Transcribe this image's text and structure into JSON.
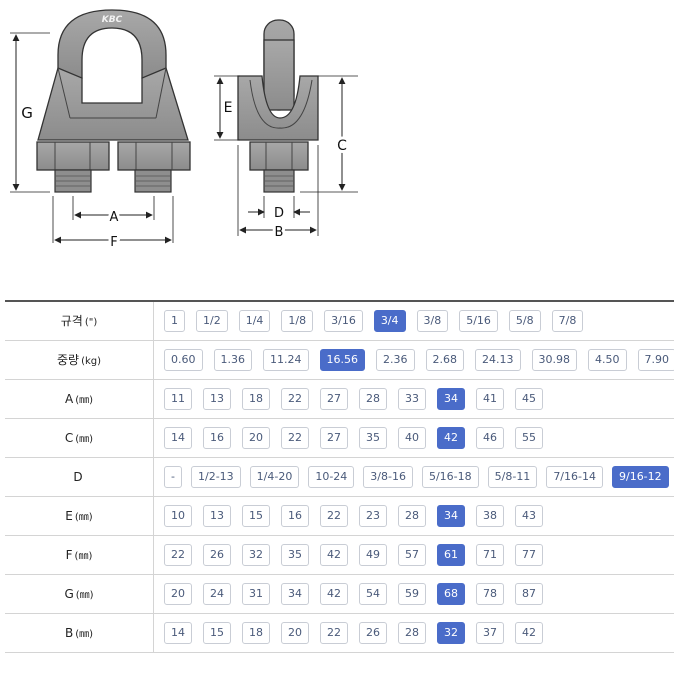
{
  "diagram": {
    "brand": "KBC",
    "dims": {
      "a": "A",
      "b": "B",
      "c": "C",
      "d": "D",
      "e": "E",
      "f": "F",
      "g": "G"
    }
  },
  "table": {
    "rows": [
      {
        "label": "규격",
        "unit": "(\")",
        "options": [
          "1",
          "1/2",
          "1/4",
          "1/8",
          "3/16",
          "3/4",
          "3/8",
          "5/16",
          "5/8",
          "7/8"
        ],
        "selected": "3/4"
      },
      {
        "label": "중량",
        "unit": "(kg)",
        "options": [
          "0.60",
          "1.36",
          "11.24",
          "16.56",
          "2.36",
          "2.68",
          "24.13",
          "30.98",
          "4.50",
          "7.90"
        ],
        "selected": "16.56"
      },
      {
        "label": "A",
        "unit": "(㎜)",
        "options": [
          "11",
          "13",
          "18",
          "22",
          "27",
          "28",
          "33",
          "34",
          "41",
          "45"
        ],
        "selected": "34"
      },
      {
        "label": "C",
        "unit": "(㎜)",
        "options": [
          "14",
          "16",
          "20",
          "22",
          "27",
          "35",
          "40",
          "42",
          "46",
          "55"
        ],
        "selected": "42"
      },
      {
        "label": "D",
        "unit": "",
        "options": [
          "-",
          "1/2-13",
          "1/4-20",
          "10-24",
          "3/8-16",
          "5/16-18",
          "5/8-11",
          "7/16-14",
          "9/16-12"
        ],
        "selected": "9/16-12"
      },
      {
        "label": "E",
        "unit": "(㎜)",
        "options": [
          "10",
          "13",
          "15",
          "16",
          "22",
          "23",
          "28",
          "34",
          "38",
          "43"
        ],
        "selected": "34"
      },
      {
        "label": "F",
        "unit": "(㎜)",
        "options": [
          "22",
          "26",
          "32",
          "35",
          "42",
          "49",
          "57",
          "61",
          "71",
          "77"
        ],
        "selected": "61"
      },
      {
        "label": "G",
        "unit": "(㎜)",
        "options": [
          "20",
          "24",
          "31",
          "34",
          "42",
          "54",
          "59",
          "68",
          "78",
          "87"
        ],
        "selected": "68"
      },
      {
        "label": "B",
        "unit": "(㎜)",
        "options": [
          "14",
          "15",
          "18",
          "20",
          "22",
          "26",
          "28",
          "32",
          "37",
          "42"
        ],
        "selected": "32"
      }
    ]
  },
  "colors": {
    "selected": "#4a6cc9",
    "chip_text": "#4a5a7a",
    "metal": "#9a9a9a"
  }
}
